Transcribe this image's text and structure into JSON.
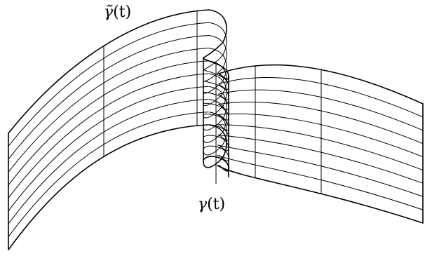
{
  "labels": {
    "gamma_tilde": {
      "symbol": "γ̃",
      "arg": "(t)"
    },
    "gamma": {
      "symbol": "γ",
      "arg": "(t)"
    }
  },
  "surface": {
    "fibers": 10,
    "vertical_sections": 5
  }
}
